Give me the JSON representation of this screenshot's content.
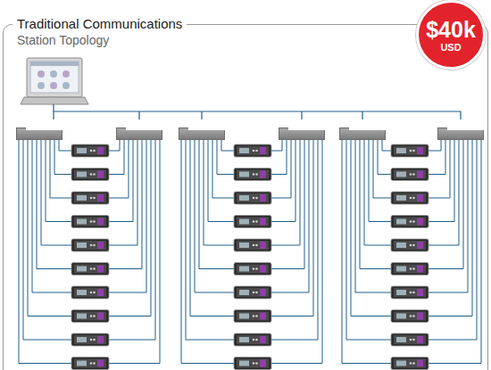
{
  "diagram": {
    "nodes": [
      {
        "text": [
          "Traditional Communications",
          "Station Topology"
        ]
      },
      {
        "text": [
          "Switch"
        ],
        "in": 0
      },
      {
        "text": [
          "Switch"
        ],
        "in": 0
      },
      {
        "text": [
          "Switch"
        ],
        "in": 0
      },
      {
        "text": [
          "Switch"
        ],
        "in": 0
      },
      {
        "text": [
          "Switch"
        ],
        "in": 0
      },
      {
        "text": [
          "Switch"
        ],
        "in": 0
      },
      {
        "text": [
          "$40k",
          "USD"
        ]
      }
    ]
  }
}
